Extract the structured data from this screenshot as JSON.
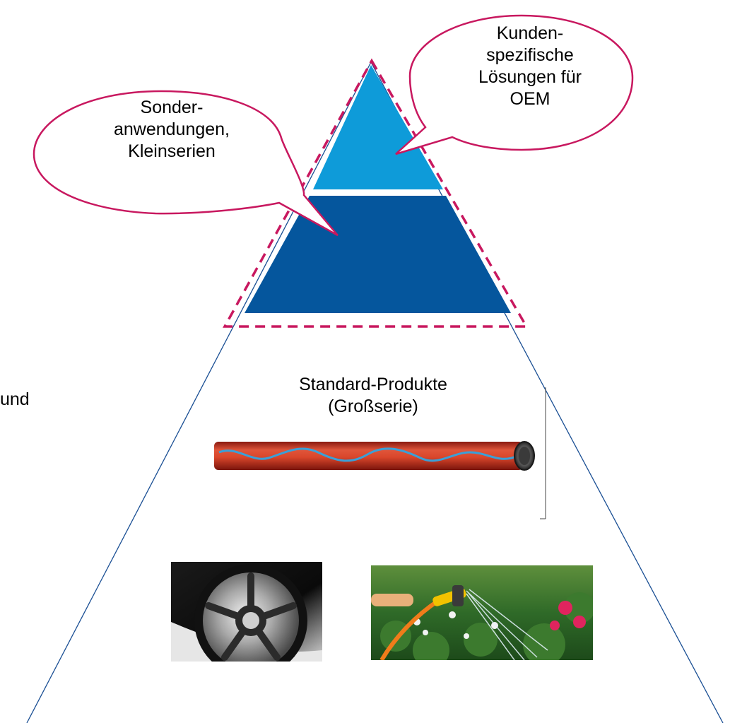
{
  "colors": {
    "apex": "#0e9bd9",
    "middle": "#05569d",
    "outline_dash": "#c8185f",
    "bubble_border": "#c8185f",
    "pyramid_line": "#1a4f94",
    "hose_body": "#d9462b",
    "hose_wave": "#3aa0d8"
  },
  "bubbles": {
    "left": {
      "lines": [
        "Sonder-",
        "anwendungen,",
        "Kleinserien"
      ]
    },
    "right": {
      "lines": [
        "Kunden-",
        "spezifische",
        "Lösungen für",
        "OEM"
      ]
    }
  },
  "standard": {
    "lines": [
      "Standard-Produkte",
      "(Großserie)"
    ]
  },
  "cutoff_text": "und",
  "images": [
    {
      "name": "car-wheel-photo",
      "icon": "car-wheel-icon"
    },
    {
      "name": "garden-hose-photo",
      "icon": "garden-hose-icon"
    }
  ]
}
